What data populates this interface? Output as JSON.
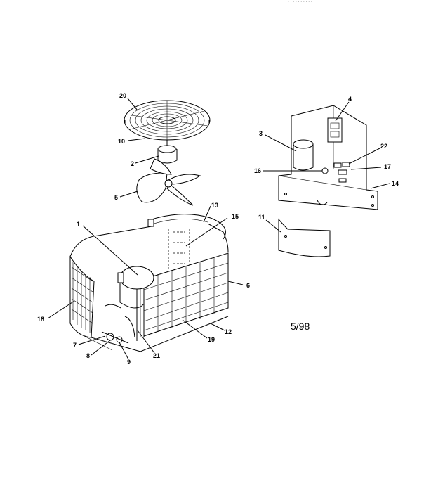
{
  "diagram": {
    "date_code": "5/98",
    "top_fragment": "· · · · · ·  ·  ·  ·  ·",
    "callouts": {
      "p1": "1",
      "p2": "2",
      "p3": "3",
      "p4": "4",
      "p5": "5",
      "p6": "6",
      "p7": "7",
      "p8": "8",
      "p9": "9",
      "p10": "10",
      "p11": "11",
      "p12": "12",
      "p13": "13",
      "p14": "14",
      "p15": "15",
      "p16": "16",
      "p17": "17",
      "p18": "18",
      "p19": "19",
      "p20": "20",
      "p21": "21",
      "p22": "22"
    }
  }
}
